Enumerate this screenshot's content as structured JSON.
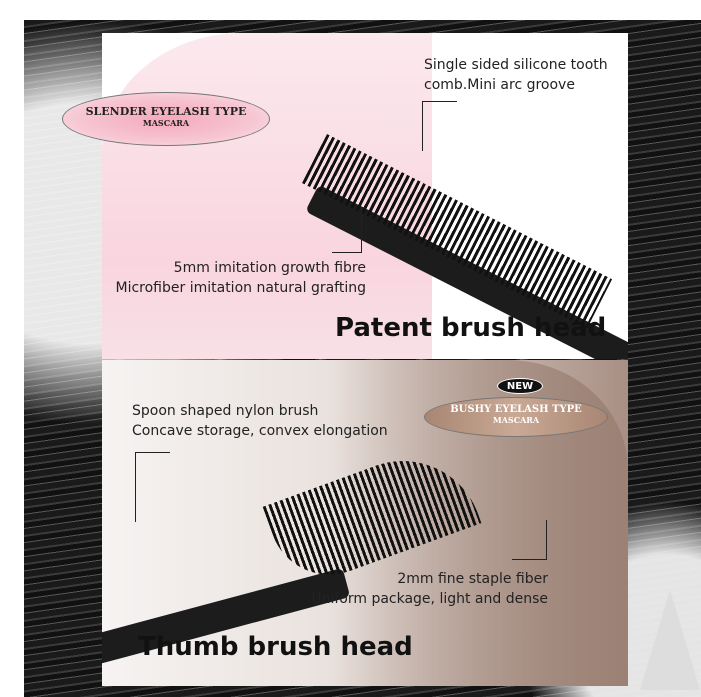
{
  "top_panel": {
    "badge": {
      "line1": "SLENDER EYELASH TYPE",
      "line2": "MASCARA"
    },
    "callout_top": [
      "Single sided silicone tooth",
      "comb.Mini arc groove"
    ],
    "callout_bottom": [
      "5mm imitation growth fibre",
      "Microfiber imitation natural grafting"
    ],
    "title": "Patent brush head"
  },
  "bottom_panel": {
    "new_label": "NEW",
    "badge": {
      "line1": "BUSHY EYELASH TYPE",
      "line2": "MASCARA"
    },
    "callout_top": [
      "Spoon shaped nylon brush",
      "Concave storage, convex elongation"
    ],
    "callout_bottom": [
      "2mm fine staple fiber",
      "Uniform package, light and dense"
    ],
    "title": "Thumb brush head"
  }
}
